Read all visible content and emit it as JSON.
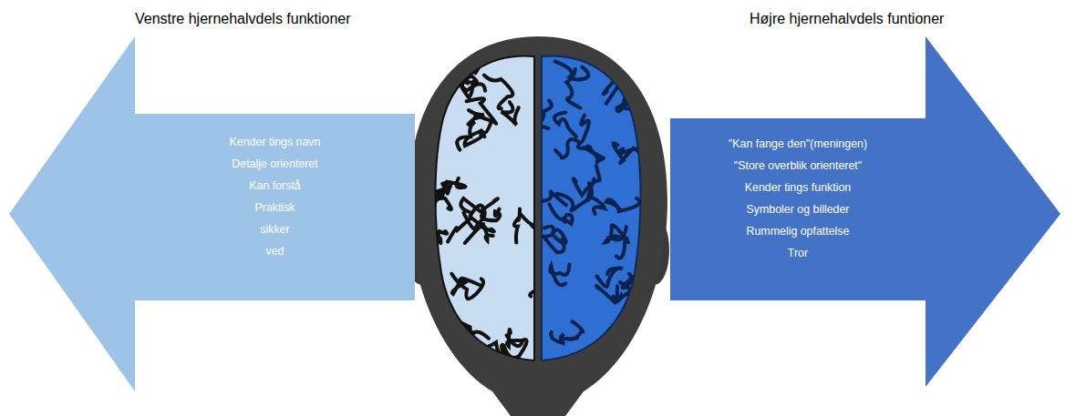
{
  "diagram": {
    "nodes": [
      {
        "text": [
          "Venstre hjernehalvdels funktioner",
          "Kender tings navn",
          "Detalje orienteret",
          "Kan forstå",
          "Praktisk",
          "sikker",
          "ved"
        ]
      },
      {
        "text": [
          "Højre hjernehalvdels funtioner",
          "\"Kan fange den\"(meningen)",
          "\"Store overblik orienteret\"",
          "Kender tings funktion",
          "Symboler og billeder",
          "Rummelig opfattelse",
          "Tror"
        ]
      }
    ]
  }
}
